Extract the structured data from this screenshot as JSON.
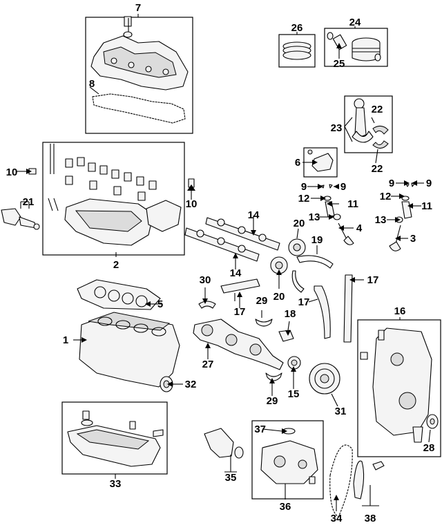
{
  "callouts": {
    "c1": "1",
    "c2": "2",
    "c3": "3",
    "c4": "4",
    "c5": "5",
    "c6": "6",
    "c7": "7",
    "c8": "8",
    "c9a": "9",
    "c9b": "9",
    "c9c": "9",
    "c9d": "9",
    "c10a": "10",
    "c10b": "10",
    "c11a": "11",
    "c11b": "11",
    "c12a": "12",
    "c12b": "12",
    "c13a": "13",
    "c13b": "13",
    "c14a": "14",
    "c14b": "14",
    "c15": "15",
    "c16": "16",
    "c17a": "17",
    "c17b": "17",
    "c17c": "17",
    "c18": "18",
    "c19": "19",
    "c20a": "20",
    "c20b": "20",
    "c21": "21",
    "c22a": "22",
    "c22b": "22",
    "c23": "23",
    "c24": "24",
    "c25": "25",
    "c26": "26",
    "c27": "27",
    "c28": "28",
    "c29a": "29",
    "c29b": "29",
    "c30": "30",
    "c31": "31",
    "c32": "32",
    "c33": "33",
    "c34": "34",
    "c35": "35",
    "c36": "36",
    "c37": "37",
    "c38": "38"
  }
}
